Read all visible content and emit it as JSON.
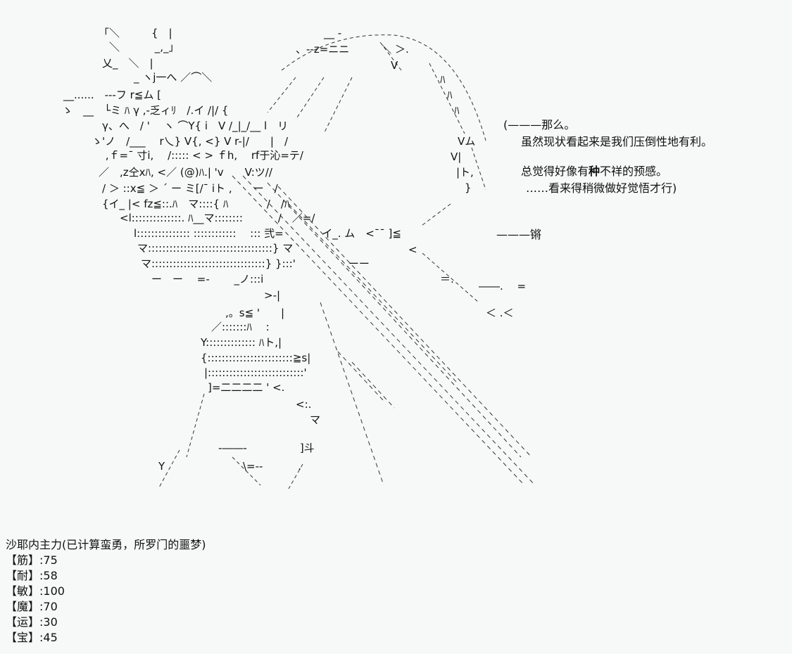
{
  "dialogue": {
    "line1": "(———那么。",
    "line2": "虽然现状看起来是我们压倒性地有利。",
    "line3_pre": "总觉得好像有",
    "line3_emph": "种",
    "line3_post": "不祥的预感。",
    "line4": "……看来得稍微做好觉悟才行)"
  },
  "sound_effect": "———锵",
  "stats": {
    "title": "沙耶内主力(已计算蛮勇，所罗门的噩梦)",
    "rows": [
      {
        "label": "【筋】",
        "value": ":75"
      },
      {
        "label": "【耐】",
        "value": ":58"
      },
      {
        "label": "【敏】",
        "value": ":100"
      },
      {
        "label": "【魔】",
        "value": ":70"
      },
      {
        "label": "【运】",
        "value": ":30"
      },
      {
        "label": "【宝】",
        "value": ":45"
      }
    ]
  }
}
